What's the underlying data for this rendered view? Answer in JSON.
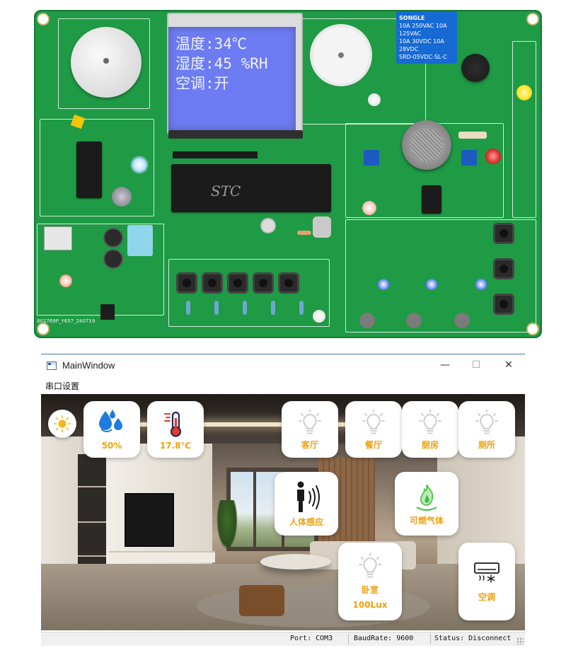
{
  "pcb": {
    "lcd_lines": [
      "温度:34℃",
      "湿度:45 %RH",
      "空调:开"
    ],
    "chip_brand": "STC",
    "relay_text": [
      "SONGLE",
      "10A 250VAC 10A 125VAC",
      "10A 30VDC 10A 28VDC",
      "SRD-05VDC-SL-C"
    ]
  },
  "window": {
    "title": "MainWindow",
    "controls": {
      "minimize": "—",
      "maximize": "☐",
      "close": "✕"
    }
  },
  "menu": {
    "serial_settings": "串口设置"
  },
  "tiles": {
    "humidity": {
      "value": "50%",
      "icon": "droplet-icon",
      "color": "#1e7be0"
    },
    "temperature": {
      "value": "17.8℃",
      "icon": "thermometer-icon",
      "color": "#e23b2e"
    },
    "living_room": {
      "label": "客厅",
      "icon": "bulb-icon"
    },
    "dining_room": {
      "label": "餐厅",
      "icon": "bulb-icon"
    },
    "kitchen": {
      "label": "厨房",
      "icon": "bulb-icon"
    },
    "bathroom": {
      "label": "厕所",
      "icon": "bulb-icon"
    },
    "human_sensor": {
      "label": "人体感应",
      "icon": "person-icon"
    },
    "gas": {
      "label": "可燃气体",
      "icon": "flame-icon",
      "color": "#3cbf3c"
    },
    "bedroom": {
      "label": "卧室",
      "lux": "100Lux",
      "icon": "bulb-icon"
    },
    "aircon": {
      "label": "空调",
      "icon": "aircon-icon"
    }
  },
  "accent_color": "#f0a20e",
  "status": {
    "port": "Port: COM3",
    "baud": "BaudRate: 9600",
    "state": "Status: Disconnect"
  }
}
